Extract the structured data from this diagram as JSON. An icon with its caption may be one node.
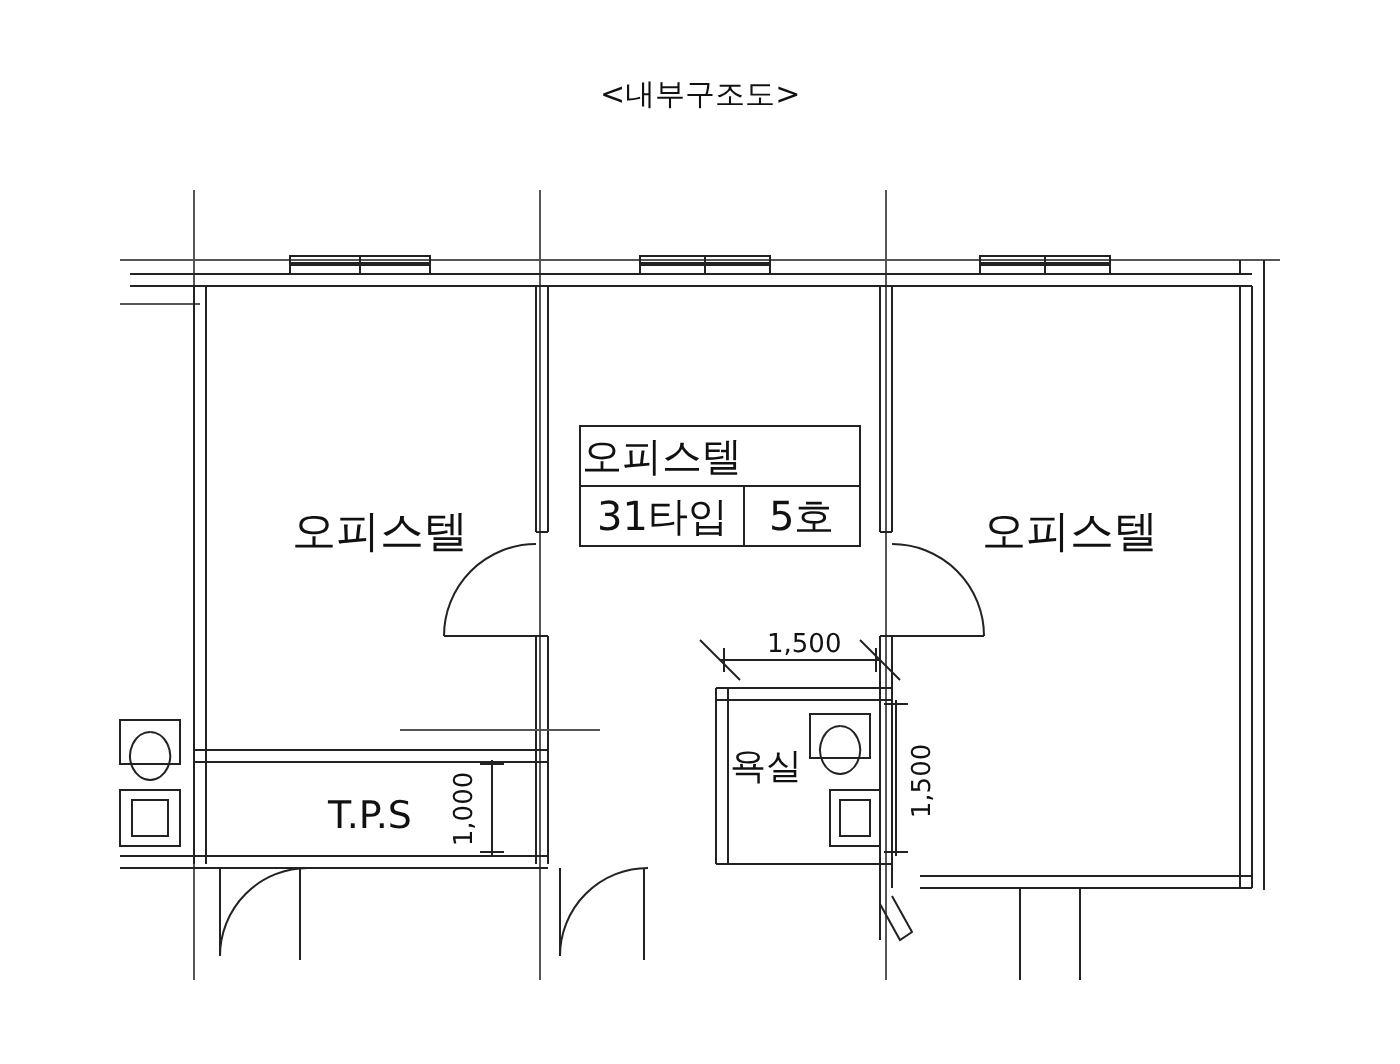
{
  "diagram": {
    "title": "<내부구조도>",
    "labels": [
      "오피스텔",
      "오피스텔",
      "31타입",
      "5호",
      "오피스텔",
      "1,500",
      "욕실",
      "T.P.S",
      "1,000",
      "1,500"
    ]
  }
}
